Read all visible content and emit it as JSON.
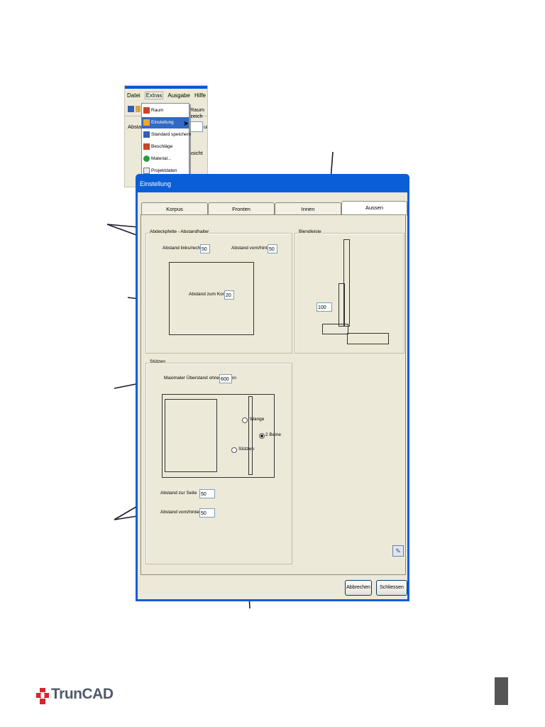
{
  "menu": {
    "bar": [
      "Datei",
      "Extras",
      "Ausgabe",
      "Hilfe"
    ],
    "items": [
      "Raum",
      "Einstellung",
      "Standard speichern",
      "Beschläge",
      "Material...",
      "Projektdaten"
    ],
    "right_fragments": [
      "Raum zeich",
      "ansicht",
      "Abstan",
      "un"
    ]
  },
  "dialog": {
    "title": "Einstellung",
    "tabs": [
      "Korpus",
      "Fronten",
      "Innen",
      "Aussen"
    ],
    "active_tab": "Aussen",
    "group_abdeck": {
      "title": "Abdeckpfette - Abstandhalter",
      "abstand_lr_label": "Abstand links/rechts",
      "abstand_lr_value": "50",
      "abstand_vh_label": "Abstand vorn/hinten",
      "abstand_vh_value": "50",
      "abstand_korpus_label": "Abstand zum Korpus",
      "abstand_korpus_value": "20"
    },
    "group_blende": {
      "title": "Blendleiste",
      "value": "100"
    },
    "group_stuetzen": {
      "title": "Stützen",
      "max_label": "Maximaler Überstand ohne Stützen",
      "max_value": "600",
      "radio_wange": "Wange",
      "radio_2beine": "2 Beine",
      "radio_stuetzen": "Stützen",
      "selected": "2 Beine",
      "seite_label": "Abstand zur Seite",
      "seite_value": "50",
      "vh_label": "Abstand vorn/hinten",
      "vh_value": "50"
    },
    "buttons": {
      "cancel": "Abbrechen",
      "close": "Schliessen"
    }
  },
  "brand": {
    "logo_text": "TrunCAD",
    "color": "#d7262f"
  }
}
